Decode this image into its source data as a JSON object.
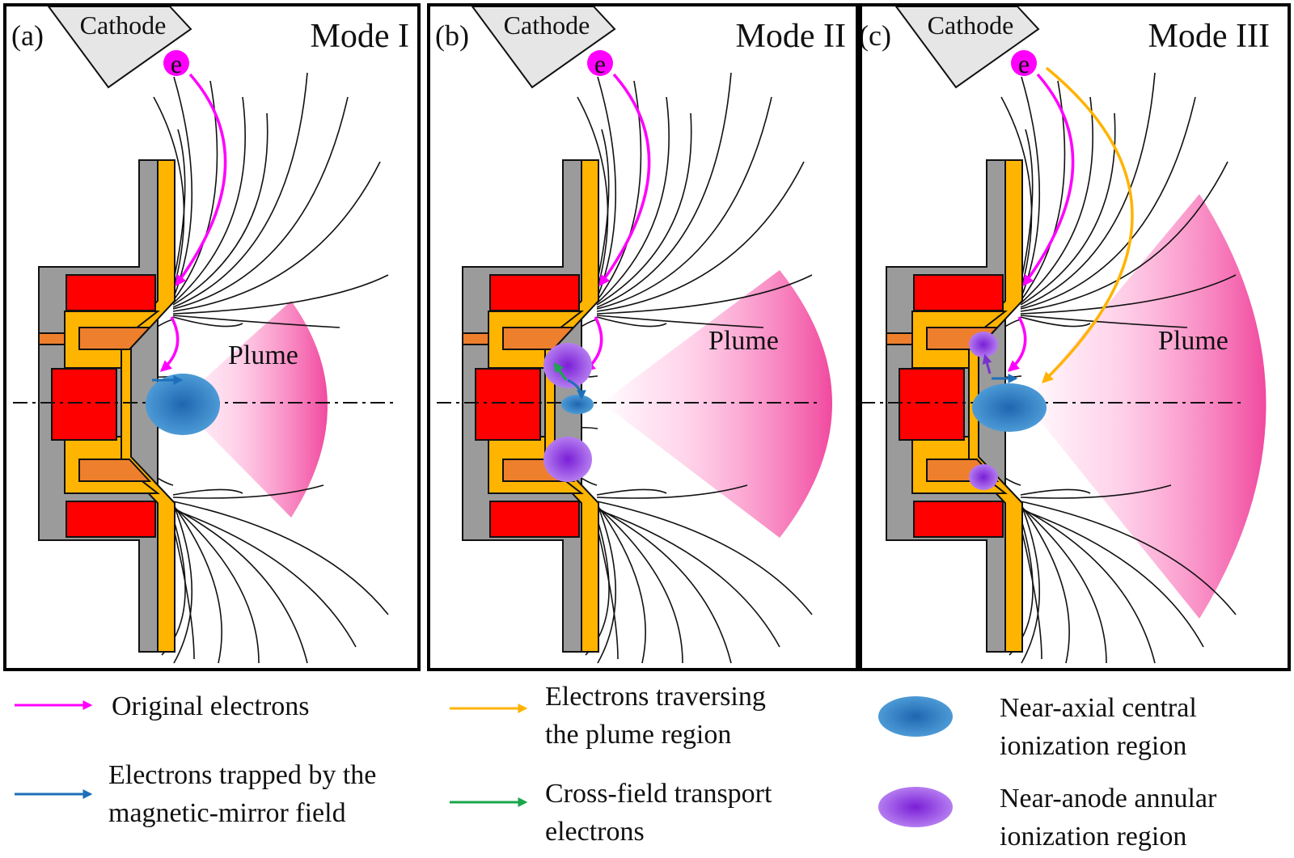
{
  "panels": [
    {
      "label": "(a)",
      "cathode": "Cathode",
      "mode": "Mode I",
      "electron": "e",
      "plume": "Plume"
    },
    {
      "label": "(b)",
      "cathode": "Cathode",
      "mode": "Mode II",
      "electron": "e",
      "plume": "Plume"
    },
    {
      "label": "(c)",
      "cathode": "Cathode",
      "mode": "Mode III",
      "electron": "e",
      "plume": "Plume"
    }
  ],
  "legend": {
    "original": {
      "line1": "Original electrons",
      "color": "#ff00ff"
    },
    "trapped": {
      "line1": "Electrons trapped by the",
      "line2": "magnetic-mirror field",
      "color": "#1e6fba"
    },
    "traversing": {
      "line1": "Electrons traversing",
      "line2": "the plume region",
      "color": "#ffb300"
    },
    "crossfield": {
      "line1": "Cross-field  transport",
      "line2": "electrons",
      "color": "#1aa64b"
    },
    "central": {
      "line1": "Near-axial central",
      "line2": "ionization region",
      "color": "#2f7fc0"
    },
    "annular": {
      "line1": "Near-anode annular",
      "line2": "ionization region",
      "color": "#8a2be2"
    }
  }
}
